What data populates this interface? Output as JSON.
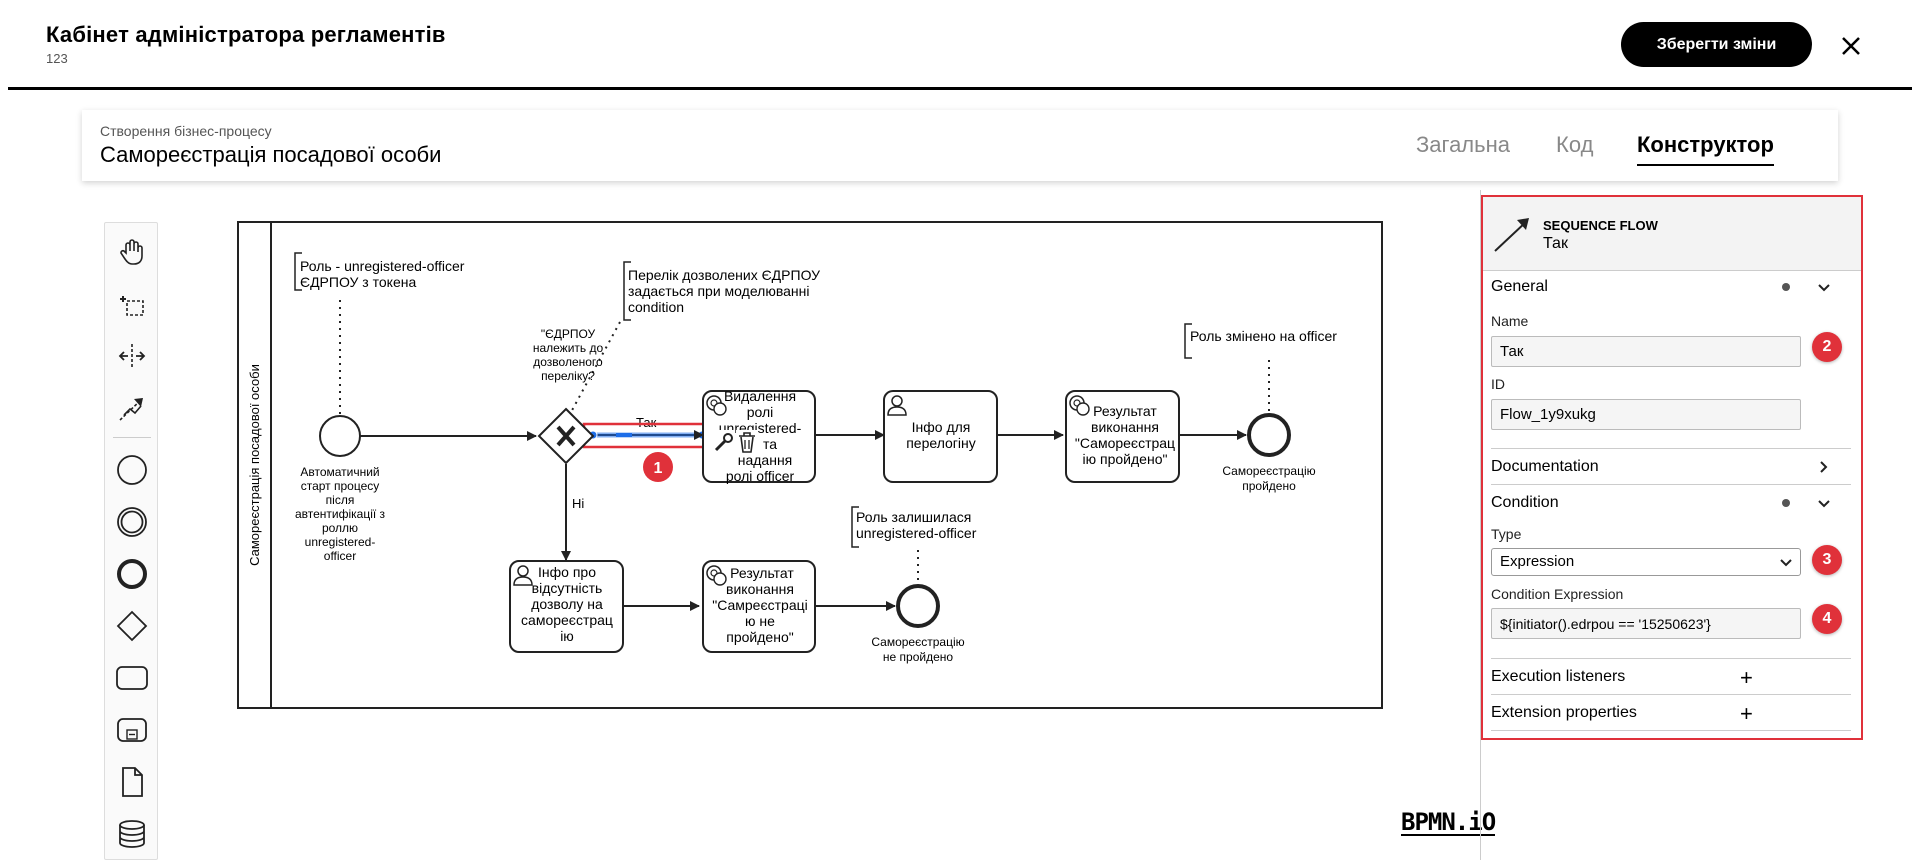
{
  "header": {
    "title": "Кабінет адміністратора регламентів",
    "subtitle": "123",
    "save_label": "Зберегти зміни",
    "close_icon": "close-icon"
  },
  "process": {
    "crumb": "Створення бізнес-процесу",
    "title": "Самореєстрація посадової особи",
    "tabs": [
      {
        "label": "Загальна",
        "active": false
      },
      {
        "label": "Код",
        "active": false
      },
      {
        "label": "Конструктор",
        "active": true
      }
    ]
  },
  "palette": {
    "tools": [
      "hand-tool-icon",
      "lasso-tool-icon",
      "space-tool-icon",
      "global-connect-icon",
      "start-event-icon",
      "intermediate-event-icon",
      "end-event-icon",
      "gateway-icon",
      "task-icon",
      "subprocess-icon",
      "data-object-icon",
      "data-store-icon"
    ]
  },
  "diagram": {
    "lane_label": "Самореєстрація посадової особи",
    "annotations": {
      "role_top": [
        "Роль - unregistered-officer",
        "ЄДРПОУ з токена"
      ],
      "edrpou_list": [
        "Перелік дозволених ЄДРПОУ",
        "задається при моделюванні",
        "condition"
      ],
      "role_officer": "Роль змінено на officer",
      "role_remain": [
        "Роль залишилася",
        "unregistered-officer"
      ]
    },
    "start_label": [
      "Автоматичний",
      "старт процесу",
      "після",
      "автентифікації з",
      "роллю",
      "unregistered-",
      "officer"
    ],
    "gateway_label": [
      "\"ЄДРПОУ",
      "належить до",
      "дозволеного",
      "переліку?"
    ],
    "flow_yes": "Так",
    "flow_no": "Ні",
    "tasks": {
      "remove_role": [
        "Видалення",
        "ролі",
        "unregistered-",
        "та",
        "надання",
        "ролі officer"
      ],
      "info_relogin": [
        "Інфо для",
        "перелогіну"
      ],
      "result_ok": [
        "Результат",
        "виконання",
        "\"Самореєстрац",
        "ію пройдено\""
      ],
      "info_no_permission": [
        "Інфо про",
        "відсутність",
        "дозволу на",
        "самореєстрац",
        "ію"
      ],
      "result_fail": [
        "Результат",
        "виконання",
        "\"Самреєстраці",
        "ю не",
        "пройдено\""
      ]
    },
    "end_ok": [
      "Самореєстрацію",
      "пройдено"
    ],
    "end_fail": [
      "Самореєстрацію",
      "не пройдено"
    ],
    "markers": [
      "1"
    ]
  },
  "logo": "BPMN.iO",
  "panel": {
    "element_type": "SEQUENCE FLOW",
    "element_name": "Так",
    "general": {
      "title": "General",
      "name_label": "Name",
      "name_value": "Так",
      "id_label": "ID",
      "id_value": "Flow_1y9xukg"
    },
    "documentation": {
      "title": "Documentation"
    },
    "condition": {
      "title": "Condition",
      "type_label": "Type",
      "type_value": "Expression",
      "expr_label": "Condition Expression",
      "expr_value": "${initiator().edrpou == '15250623'}"
    },
    "execution_listeners": {
      "title": "Execution listeners"
    },
    "extension_properties": {
      "title": "Extension properties"
    },
    "badges": [
      "2",
      "3",
      "4"
    ]
  },
  "colors": {
    "accent_red": "#e0313a",
    "selection_blue": "#1e6ee8"
  }
}
